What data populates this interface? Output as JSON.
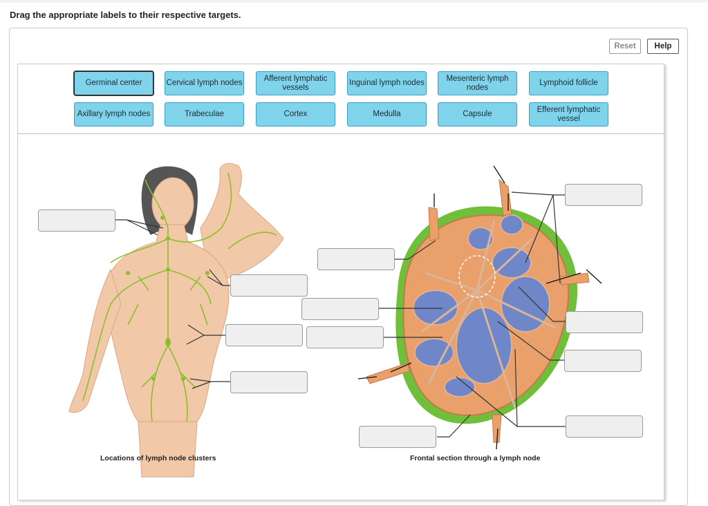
{
  "instruction": "Drag the appropriate labels to their respective targets.",
  "controls": {
    "reset_label": "Reset",
    "help_label": "Help"
  },
  "labels": [
    "Germinal center",
    "Cervical lymph nodes",
    "Afferent lymphatic vessels",
    "Inguinal lymph nodes",
    "Mesenteric lymph nodes",
    "Lymphoid follicle",
    "Axillary lymph nodes",
    "Trabeculae",
    "Cortex",
    "Medulla",
    "Capsule",
    "Efferent lymphatic vessel"
  ],
  "selected_label": "Germinal center",
  "captions": {
    "left": "Locations of lymph node clusters",
    "right": "Frontal section through a lymph node"
  },
  "colors": {
    "chip_fill": "#7fd3ea",
    "chip_border": "#3a9cc0",
    "target_fill": "#efefef",
    "lymph_green": "#8bbf2a",
    "skin": "#f2c9a8",
    "node_orange": "#e9a06a",
    "node_blue": "#6f86c9"
  }
}
